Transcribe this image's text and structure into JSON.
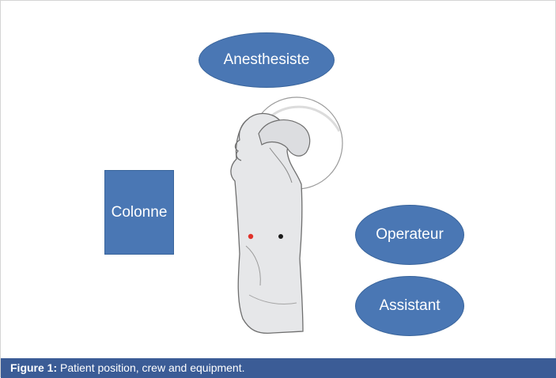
{
  "diagram": {
    "anesthesiste_label": "Anesthesiste",
    "colonne_label": "Colonne",
    "operateur_label": "Operateur",
    "assistant_label": "Assistant",
    "patient_icon": "patient-lateral-position-figure",
    "marker_colors": {
      "red_port": "#e0322a",
      "black_port": "#1a1a1a"
    },
    "shape_fill": "#4a77b4"
  },
  "caption": {
    "label": "Figure 1:",
    "text": " Patient position, crew and equipment."
  }
}
